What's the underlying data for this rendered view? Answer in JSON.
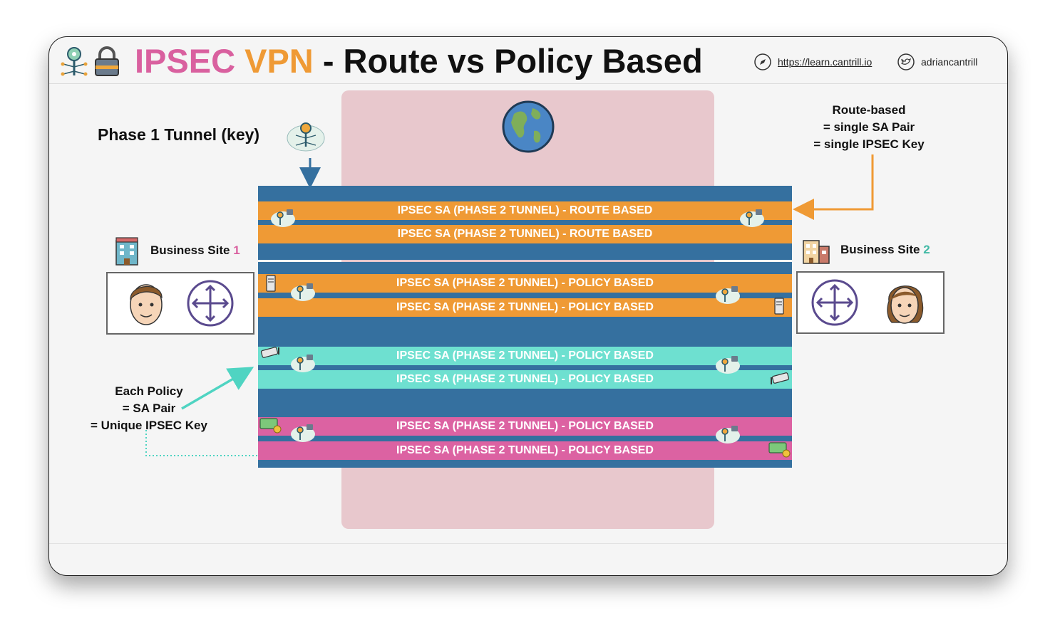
{
  "header": {
    "title_part1": "IPSEC",
    "title_part2": "VPN",
    "title_part3": "- Route vs Policy Based",
    "link_label": "https://learn.cantrill.io",
    "twitter_handle": "adriancantrill"
  },
  "diagram": {
    "phase1_label": "Phase 1 Tunnel (key)",
    "route_note": [
      "Route-based",
      "= single SA Pair",
      "= single IPSEC Key"
    ],
    "policy_note": [
      "Each Policy",
      "= SA Pair",
      "= Unique IPSEC Key"
    ],
    "site1": {
      "label": "Business Site",
      "number": "1"
    },
    "site2": {
      "label": "Business Site",
      "number": "2"
    },
    "sa_route_label": "IPSEC SA (PHASE 2 TUNNEL) - ROUTE BASED",
    "sa_policy_label": "IPSEC SA (PHASE 2 TUNNEL) - POLICY BASED"
  },
  "colors": {
    "ipsec": "#d9609f",
    "vpn": "#ef9a35",
    "tunnel": "#35709f",
    "route_sa": "#ef9a35",
    "policy_sa_orange": "#ef9a35",
    "policy_sa_teal": "#6ee0d0",
    "policy_sa_pink": "#dc62a2",
    "internet_zone": "#e8c8cd"
  },
  "icons": [
    "key-network-icon",
    "padlock-icon",
    "compass-icon",
    "twitter-icon",
    "globe-icon",
    "cloud-key-icon",
    "building-icon",
    "person-icon",
    "router-icon",
    "server-icon",
    "camera-icon",
    "money-icon"
  ]
}
